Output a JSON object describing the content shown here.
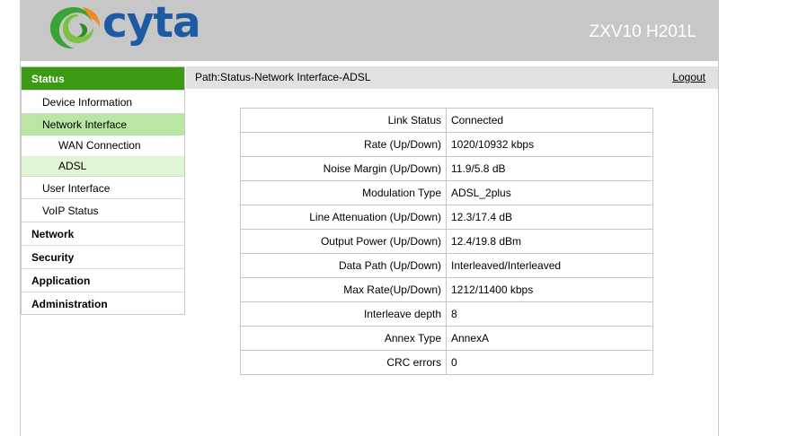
{
  "header": {
    "brand": "cyta",
    "model": "ZXV10 H201L",
    "colors": {
      "bg": "#c7c7c7",
      "brand_blue": "#1c5aa3",
      "logo_green": "#3aa335",
      "logo_orange": "#f08a1c"
    }
  },
  "sidebar": {
    "items": [
      {
        "label": "Status",
        "level": "top",
        "active": true
      },
      {
        "label": "Device Information",
        "level": 1
      },
      {
        "label": "Network Interface",
        "level": 1,
        "active": true
      },
      {
        "label": "WAN Connection",
        "level": 2
      },
      {
        "label": "ADSL",
        "level": 2,
        "active": true
      },
      {
        "label": "User Interface",
        "level": 1
      },
      {
        "label": "VoIP Status",
        "level": 1
      },
      {
        "label": "Network",
        "level": "top"
      },
      {
        "label": "Security",
        "level": "top"
      },
      {
        "label": "Application",
        "level": "top"
      },
      {
        "label": "Administration",
        "level": "top"
      }
    ]
  },
  "path": {
    "text": "Path:Status-Network Interface-ADSL",
    "logout": "Logout"
  },
  "table": {
    "rows": [
      {
        "label": "Link Status",
        "value": "Connected"
      },
      {
        "label": "Rate (Up/Down)",
        "value": "1020/10932 kbps"
      },
      {
        "label": "Noise Margin (Up/Down)",
        "value": "11.9/5.8 dB"
      },
      {
        "label": "Modulation Type",
        "value": "ADSL_2plus"
      },
      {
        "label": "Line Attenuation (Up/Down)",
        "value": "12.3/17.4 dB"
      },
      {
        "label": "Output Power (Up/Down)",
        "value": "12.4/19.8 dBm"
      },
      {
        "label": "Data Path (Up/Down)",
        "value": "Interleaved/Interleaved"
      },
      {
        "label": "Max Rate(Up/Down)",
        "value": "1212/11400 kbps"
      },
      {
        "label": "Interleave depth",
        "value": "8"
      },
      {
        "label": "Annex Type",
        "value": "AnnexA"
      },
      {
        "label": "CRC errors",
        "value": "0"
      }
    ]
  }
}
